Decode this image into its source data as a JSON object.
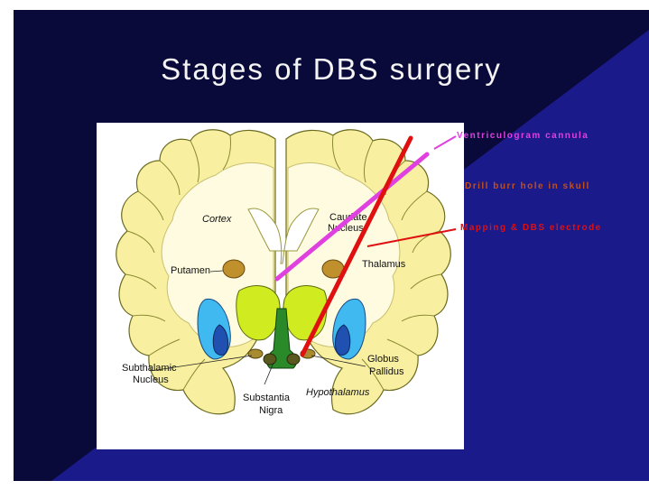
{
  "slide": {
    "title": "Stages of DBS surgery",
    "background_colors": {
      "dark_navy": "#0a0a3a",
      "royal_blue": "#1a1a8a"
    }
  },
  "annotations": {
    "ventriculogram": {
      "label": "Ventriculogram cannula",
      "color": "#e040e0"
    },
    "drill": {
      "label": "Drill burr hole in skull",
      "color": "#c05020"
    },
    "mapping": {
      "label": "Mapping & DBS electrode",
      "color": "#e01010"
    }
  },
  "brain": {
    "labels": {
      "cortex": "Cortex",
      "caudate_1": "Caudate",
      "caudate_2": "Nucleus",
      "thalamus": "Thalamus",
      "putamen": "Putamen",
      "subthalamic_1": "Subthalamic",
      "subthalamic_2": "Nucleus",
      "substantia_1": "Substantia",
      "substantia_2": "Nigra",
      "globus_1": "Globus",
      "globus_2": "Pallidus",
      "hypothalamus": "Hypothalamus"
    },
    "colors": {
      "cortex": "#f8f0a0",
      "white_matter": "#fffbe0",
      "thalamus": "#d0ec20",
      "globus_pallidus": "#40b8f0",
      "putamen_inner": "#2050b0",
      "caudate": "#c0902c",
      "brainstem": "#2a8a2a"
    }
  }
}
